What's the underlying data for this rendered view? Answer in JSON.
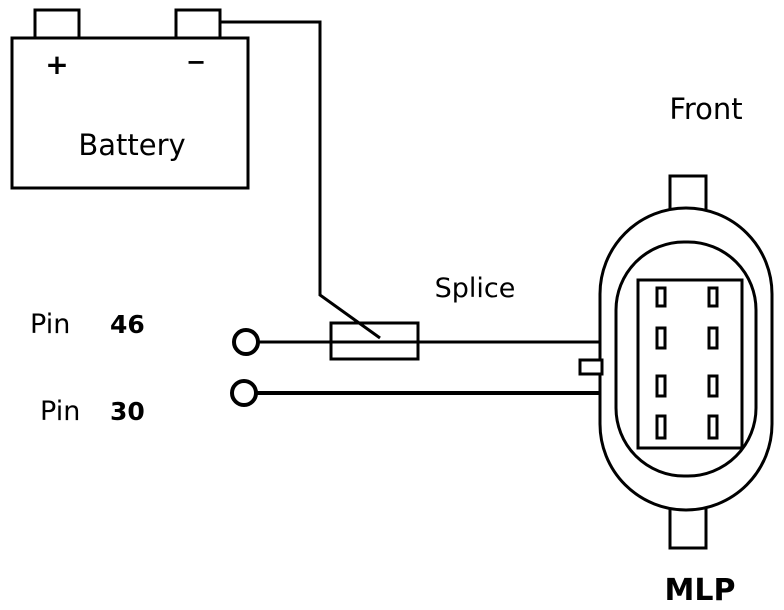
{
  "labels": {
    "battery": "Battery",
    "plus": "+",
    "minus": "−",
    "front": "Front",
    "splice": "Splice",
    "pin46_word": "Pin",
    "pin46_num": "46",
    "pin30_word": "Pin",
    "pin30_num": "30",
    "mlp": "MLP"
  },
  "colors": {
    "line": "#000000",
    "background": "#ffffff"
  }
}
